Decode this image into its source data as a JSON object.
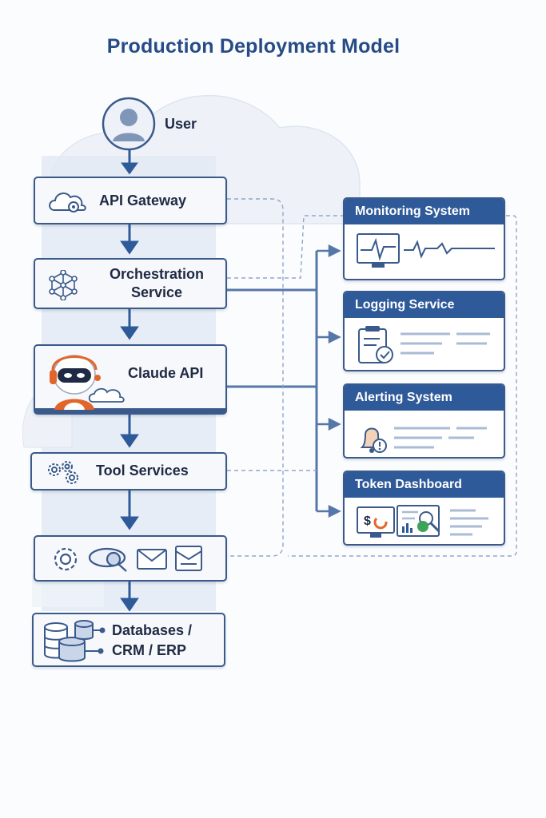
{
  "title": "Production Deployment Model",
  "user": {
    "label": "User"
  },
  "flow": [
    {
      "label": "API Gateway"
    },
    {
      "label_line1": "Orchestration",
      "label_line2": "Service"
    },
    {
      "label": "Claude API"
    },
    {
      "label": "Tool Services"
    },
    {
      "label": ""
    },
    {
      "label_line1": "Databases /",
      "label_line2": "CRM / ERP"
    }
  ],
  "panels": [
    {
      "label": "Monitoring System"
    },
    {
      "label": "Logging Service"
    },
    {
      "label": "Alerting System"
    },
    {
      "label": "Token Dashboard"
    }
  ],
  "colors": {
    "primary": "#2e5a99",
    "border": "#3a5a8c",
    "accent": "#e2662a"
  }
}
